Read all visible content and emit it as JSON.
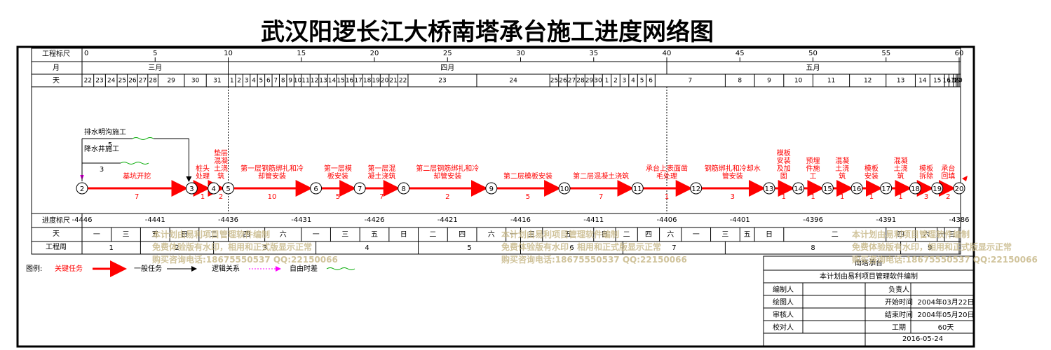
{
  "title": "武汉阳逻长江大桥南塔承台施工进度网络图",
  "scale": {
    "label": "工程标尺",
    "ticks": [
      0,
      5,
      10,
      15,
      20,
      25,
      30,
      35,
      40,
      45,
      50,
      55,
      60
    ]
  },
  "month_row": {
    "label": "月",
    "months": [
      {
        "name": "三月",
        "start": 0,
        "end": 10
      },
      {
        "name": "四月",
        "start": 10,
        "end": 40
      },
      {
        "name": "五月",
        "start": 40,
        "end": 60
      }
    ]
  },
  "day_row": {
    "label": "天",
    "cells": [
      {
        "d": "22",
        "s": 0,
        "e": 0.8
      },
      {
        "d": "23",
        "s": 0.8,
        "e": 1.6
      },
      {
        "d": "24",
        "s": 1.6,
        "e": 2.4
      },
      {
        "d": "25",
        "s": 2.4,
        "e": 3.1
      },
      {
        "d": "26",
        "s": 3.1,
        "e": 3.8
      },
      {
        "d": "27",
        "s": 3.8,
        "e": 4.5
      },
      {
        "d": "28",
        "s": 4.5,
        "e": 5.2
      },
      {
        "d": "29",
        "s": 5.2,
        "e": 7.0
      },
      {
        "d": "30",
        "s": 7.0,
        "e": 8.5
      },
      {
        "d": "31",
        "s": 8.5,
        "e": 10
      },
      {
        "d": "1",
        "s": 10,
        "e": 10.5
      },
      {
        "d": "2",
        "s": 10.5,
        "e": 11
      },
      {
        "d": "3",
        "s": 11,
        "e": 11.5
      },
      {
        "d": "4",
        "s": 11.5,
        "e": 12
      },
      {
        "d": "5",
        "s": 12,
        "e": 12.5
      },
      {
        "d": "6",
        "s": 12.5,
        "e": 13
      },
      {
        "d": "7",
        "s": 13,
        "e": 13.5
      },
      {
        "d": "8",
        "s": 13.5,
        "e": 14
      },
      {
        "d": "9",
        "s": 14,
        "e": 14.5
      },
      {
        "d": "10",
        "s": 14.5,
        "e": 15
      },
      {
        "d": "11",
        "s": 15,
        "e": 15.6
      },
      {
        "d": "12",
        "s": 15.6,
        "e": 16.2
      },
      {
        "d": "13",
        "s": 16.2,
        "e": 16.8
      },
      {
        "d": "14",
        "s": 16.8,
        "e": 17.4
      },
      {
        "d": "15",
        "s": 17.4,
        "e": 18
      },
      {
        "d": "16",
        "s": 18,
        "e": 18.6
      },
      {
        "d": "17",
        "s": 18.6,
        "e": 19.2
      },
      {
        "d": "18",
        "s": 19.2,
        "e": 19.8
      },
      {
        "d": "19",
        "s": 19.8,
        "e": 20.4
      },
      {
        "d": "20",
        "s": 20.4,
        "e": 21
      },
      {
        "d": "21",
        "s": 21,
        "e": 21.6
      },
      {
        "d": "22",
        "s": 21.6,
        "e": 22.3
      },
      {
        "d": "23",
        "s": 22.3,
        "e": 27
      },
      {
        "d": "24",
        "s": 27,
        "e": 32
      },
      {
        "d": "25",
        "s": 32,
        "e": 32.6
      },
      {
        "d": "26",
        "s": 32.6,
        "e": 33.2
      },
      {
        "d": "27",
        "s": 33.2,
        "e": 33.8
      },
      {
        "d": "28",
        "s": 33.8,
        "e": 34.4
      },
      {
        "d": "29",
        "s": 34.4,
        "e": 35
      },
      {
        "d": "30",
        "s": 35,
        "e": 35.6
      },
      {
        "d": "1",
        "s": 35.6,
        "e": 36.2
      },
      {
        "d": "2",
        "s": 36.2,
        "e": 36.8
      },
      {
        "d": "3",
        "s": 36.8,
        "e": 37.4
      },
      {
        "d": "4",
        "s": 37.4,
        "e": 38
      },
      {
        "d": "5",
        "s": 38,
        "e": 38.6
      },
      {
        "d": "6",
        "s": 38.6,
        "e": 39.2
      },
      {
        "d": "7",
        "s": 39.2,
        "e": 44
      },
      {
        "d": "8",
        "s": 44,
        "e": 46
      },
      {
        "d": "9",
        "s": 46,
        "e": 48
      },
      {
        "d": "10",
        "s": 48,
        "e": 50
      },
      {
        "d": "11",
        "s": 50,
        "e": 52.5
      },
      {
        "d": "12",
        "s": 52.5,
        "e": 55
      },
      {
        "d": "13",
        "s": 55,
        "e": 57
      },
      {
        "d": "14",
        "s": 57,
        "e": 58
      },
      {
        "d": "15",
        "s": 58,
        "e": 59
      },
      {
        "d": "16",
        "s": 59,
        "e": 59.3
      },
      {
        "d": "17",
        "s": 59.3,
        "e": 59.6
      },
      {
        "d": "18",
        "s": 59.6,
        "e": 59.8
      },
      {
        "d": "19",
        "s": 59.8,
        "e": 59.9
      },
      {
        "d": "20",
        "s": 59.9,
        "e": 60
      }
    ]
  },
  "nodes": [
    {
      "id": "2",
      "x": 0
    },
    {
      "id": "3",
      "x": 7.5
    },
    {
      "id": "4",
      "x": 9
    },
    {
      "id": "5",
      "x": 10
    },
    {
      "id": "6",
      "x": 16
    },
    {
      "id": "7",
      "x": 19
    },
    {
      "id": "8",
      "x": 22
    },
    {
      "id": "9",
      "x": 28
    },
    {
      "id": "10",
      "x": 33
    },
    {
      "id": "11",
      "x": 38
    },
    {
      "id": "12",
      "x": 42
    },
    {
      "id": "13",
      "x": 47
    },
    {
      "id": "14",
      "x": 49
    },
    {
      "id": "15",
      "x": 51
    },
    {
      "id": "16",
      "x": 53
    },
    {
      "id": "17",
      "x": 55
    },
    {
      "id": "18",
      "x": 57
    },
    {
      "id": "19",
      "x": 58.5
    },
    {
      "id": "20",
      "x": 60
    }
  ],
  "critical_tasks": [
    {
      "from": "2",
      "to": "3",
      "name": "基坑开挖",
      "dur": "7"
    },
    {
      "from": "3",
      "to": "4",
      "name": "桩头处理",
      "dur": "1"
    },
    {
      "from": "4",
      "to": "5",
      "name": "垫层混凝土浇筑",
      "dur": "2"
    },
    {
      "from": "5",
      "to": "6",
      "name": "第一层钢筋绑扎和冷却管安装",
      "dur": "10"
    },
    {
      "from": "6",
      "to": "7",
      "name": "第一层模板安装",
      "dur": "5"
    },
    {
      "from": "7",
      "to": "8",
      "name": "第一层混凝土浇筑",
      "dur": "7"
    },
    {
      "from": "8",
      "to": "9",
      "name": "第二层钢筋绑扎和冷却管安装",
      "dur": "2"
    },
    {
      "from": "9",
      "to": "10",
      "name": "第二层模板安装",
      "dur": "5"
    },
    {
      "from": "10",
      "to": "11",
      "name": "第二层混凝土浇筑",
      "dur": "7"
    },
    {
      "from": "11",
      "to": "12",
      "name": "承台上表面凿毛处理",
      "dur": "1"
    },
    {
      "from": "12",
      "to": "13",
      "name": "钢筋绑扎和冷却水管安装",
      "dur": "3"
    },
    {
      "from": "13",
      "to": "14",
      "name": "模板安装及加固",
      "dur": "1"
    },
    {
      "from": "14",
      "to": "15",
      "name": "预埋件施工",
      "dur": "1"
    },
    {
      "from": "15",
      "to": "16",
      "name": "混凝土浇筑",
      "dur": "1"
    },
    {
      "from": "16",
      "to": "17",
      "name": "模板安装",
      "dur": "1"
    },
    {
      "from": "17",
      "to": "18",
      "name": "混凝土浇筑",
      "dur": "1"
    },
    {
      "from": "18",
      "to": "19",
      "name": "模板拆除",
      "dur": "3"
    },
    {
      "from": "19",
      "to": "20",
      "name": "承台回填",
      "dur": "2"
    }
  ],
  "normal_tasks": [
    {
      "name": "排水明沟施工",
      "dur": "5"
    },
    {
      "name": "降水井施工",
      "dur": "3"
    }
  ],
  "progress_row": {
    "label": "进度标尺",
    "ticks": [
      {
        "v": "-4446",
        "x": 0
      },
      {
        "v": "-4441",
        "x": 5
      },
      {
        "v": "-4436",
        "x": 10
      },
      {
        "v": "-4431",
        "x": 15
      },
      {
        "v": "-4426",
        "x": 20
      },
      {
        "v": "-4421",
        "x": 25
      },
      {
        "v": "-4416",
        "x": 30
      },
      {
        "v": "-4411",
        "x": 35
      },
      {
        "v": "-4406",
        "x": 40
      },
      {
        "v": "-4401",
        "x": 45
      },
      {
        "v": "-4396",
        "x": 50
      },
      {
        "v": "-4391",
        "x": 55
      },
      {
        "v": "-4386",
        "x": 60
      }
    ]
  },
  "weekday_row": {
    "label": "天",
    "cells": [
      {
        "t": "一",
        "s": 0,
        "e": 2
      },
      {
        "t": "三",
        "s": 2,
        "e": 4
      },
      {
        "t": "五",
        "s": 4,
        "e": 6
      },
      {
        "t": "日",
        "s": 6,
        "e": 8
      },
      {
        "t": "二",
        "s": 8,
        "e": 10
      },
      {
        "t": "四",
        "s": 10,
        "e": 12.5
      },
      {
        "t": "六",
        "s": 12.5,
        "e": 15
      },
      {
        "t": "一",
        "s": 15,
        "e": 17
      },
      {
        "t": "三",
        "s": 17,
        "e": 19
      },
      {
        "t": "五",
        "s": 19,
        "e": 21
      },
      {
        "t": "日",
        "s": 21,
        "e": 23
      },
      {
        "t": "二",
        "s": 23,
        "e": 25
      },
      {
        "t": "四",
        "s": 25,
        "e": 27
      },
      {
        "t": "六",
        "s": 27,
        "e": 29
      },
      {
        "t": "一",
        "s": 29,
        "e": 30
      },
      {
        "t": "三",
        "s": 30,
        "e": 31.5
      },
      {
        "t": "五",
        "s": 31.5,
        "e": 35
      },
      {
        "t": "日",
        "s": 35,
        "e": 36.5
      },
      {
        "t": "二",
        "s": 36.5,
        "e": 38
      },
      {
        "t": "四",
        "s": 38,
        "e": 39.5
      },
      {
        "t": "六",
        "s": 39.5,
        "e": 41
      },
      {
        "t": "一",
        "s": 41,
        "e": 43
      },
      {
        "t": "三",
        "s": 43,
        "e": 45
      },
      {
        "t": "五",
        "s": 45,
        "e": 46
      },
      {
        "t": "日",
        "s": 46,
        "e": 48
      },
      {
        "t": "二",
        "s": 48,
        "e": 55
      },
      {
        "t": "四",
        "s": 55,
        "e": 57
      },
      {
        "t": "六",
        "s": 57,
        "e": 58.5
      },
      {
        "t": "一",
        "s": 58.5,
        "e": 59
      },
      {
        "t": "三",
        "s": 59,
        "e": 60
      }
    ]
  },
  "week_row": {
    "label": "工程周",
    "cells": [
      {
        "t": "1",
        "s": 0,
        "e": 4
      },
      {
        "t": "2",
        "s": 4,
        "e": 9
      },
      {
        "t": "3",
        "s": 9,
        "e": 16
      },
      {
        "t": "4",
        "s": 16,
        "e": 23
      },
      {
        "t": "5",
        "s": 23,
        "e": 30
      },
      {
        "t": "6",
        "s": 30,
        "e": 37
      },
      {
        "t": "7",
        "s": 37,
        "e": 44
      },
      {
        "t": "8",
        "s": 44,
        "e": 56
      },
      {
        "t": "9",
        "s": 56,
        "e": 60
      }
    ]
  },
  "legend": {
    "label": "图例:",
    "items": [
      "关键任务",
      "一般任务",
      "逻辑关系",
      "自由时差"
    ]
  },
  "watermark": [
    "本计划由易利项目管理软件编制",
    "免费体验版有水印，相用和正式版显示正常",
    "购买咨询电话:18675550537 QQ:22150066"
  ],
  "info_box": {
    "project": "南塔承台",
    "note": "本计划由易利项目管理软件编制",
    "rows": [
      {
        "l1": "编制人",
        "v1": "",
        "l2": "负责人",
        "v2": ""
      },
      {
        "l1": "绘图人",
        "v1": "",
        "l2": "开始时间",
        "v2": "2004年03月22日"
      },
      {
        "l1": "审核人",
        "v1": "",
        "l2": "结束时间",
        "v2": "2004年05月20日"
      },
      {
        "l1": "校对人",
        "v1": "",
        "l2": "工期",
        "v2": "60天"
      }
    ],
    "date": "2016-05-24"
  },
  "colors": {
    "critical": "#ff0000",
    "normal": "#000000",
    "free_float": "#00aa00",
    "logic": "#ff00ff"
  }
}
